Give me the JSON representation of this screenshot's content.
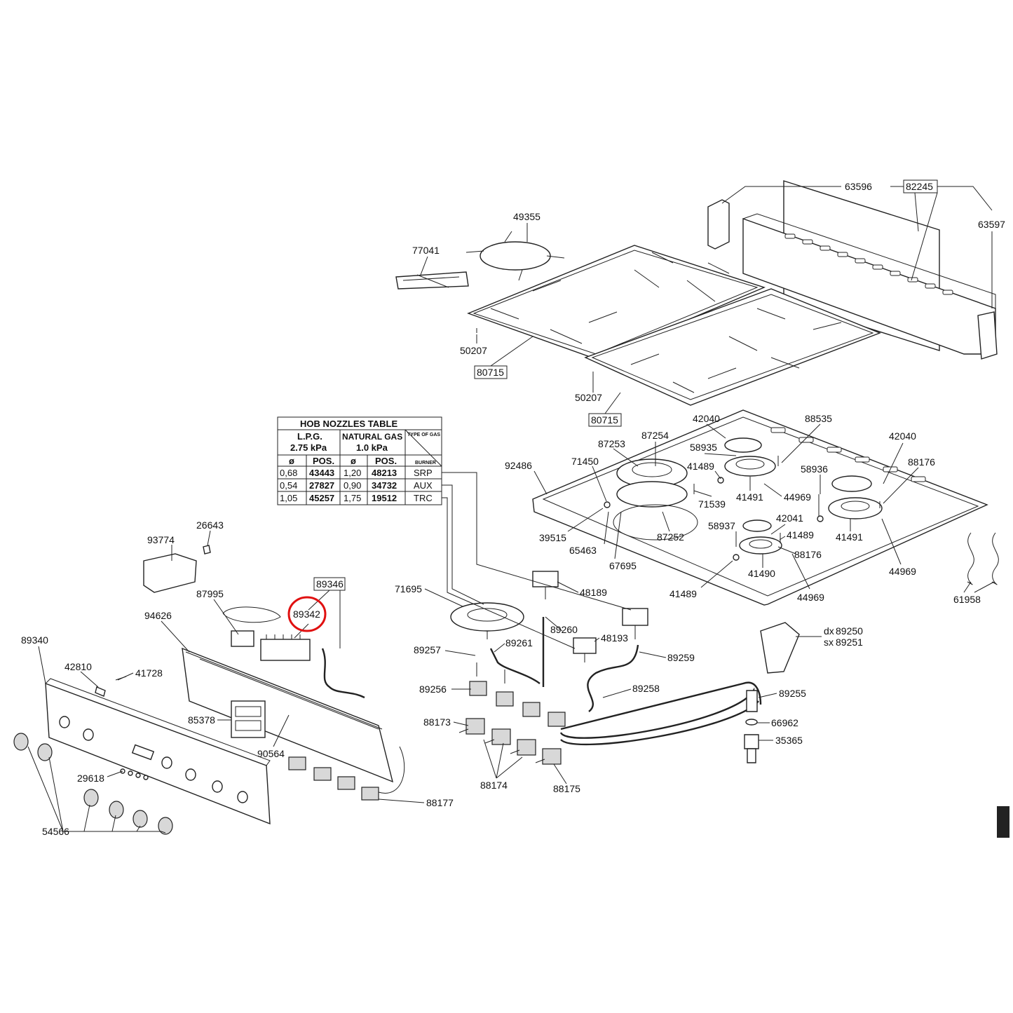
{
  "labels": {
    "p63596": "63596",
    "p82245": "82245",
    "p63597": "63597",
    "p49355": "49355",
    "p77041": "77041",
    "p50207a": "50207",
    "p80715a": "80715",
    "p50207b": "50207",
    "p80715b": "80715",
    "p42040a": "42040",
    "p88535": "88535",
    "p42040b": "42040",
    "p87254": "87254",
    "p87253": "87253",
    "p58935": "58935",
    "p71450": "71450",
    "p92486": "92486",
    "p58936": "58936",
    "p88176a": "88176",
    "p41489a": "41489",
    "p71539": "71539",
    "p41491a": "41491",
    "p44969a": "44969",
    "p41491b": "41491",
    "p39515": "39515",
    "p87252": "87252",
    "p65463": "65463",
    "p58937": "58937",
    "p42041": "42041",
    "p41489b": "41489",
    "p67695": "67695",
    "p88176b": "88176",
    "p41490": "41490",
    "p44969b": "44969",
    "p41489c": "41489",
    "p44969c": "44969",
    "p61958": "61958",
    "p93774": "93774",
    "p26643": "26643",
    "p87995": "87995",
    "p89346": "89346",
    "p89342": "89342",
    "p94626": "94626",
    "p89340": "89340",
    "p42810": "42810",
    "p41728": "41728",
    "p85378": "85378",
    "p90564": "90564",
    "p29618": "29618",
    "p54566": "54566",
    "p88177": "88177",
    "p71695": "71695",
    "p48189": "48189",
    "p89260": "89260",
    "p48193": "48193",
    "p89257": "89257",
    "p89261": "89261",
    "p89259": "89259",
    "p89256": "89256",
    "p89258": "89258",
    "p88173": "88173",
    "p88174": "88174",
    "p88175": "88175",
    "p89250": "89250",
    "p89251": "89251",
    "p89255": "89255",
    "p66962": "66962",
    "p35365": "35365",
    "dx": "dx",
    "sx": "sx"
  },
  "nozzle_table": {
    "title": "HOB NOZZLES TABLE",
    "lpg": "L.P.G.",
    "lpg_pressure": "2.75 kPa",
    "ng": "NATURAL GAS",
    "ng_pressure": "1.0 kPa",
    "type_of_gas": "TYPE OF GAS",
    "col_dia": "ø",
    "col_pos": "POS.",
    "col_burner": "BURNER",
    "rows": [
      {
        "lpg_dia": "0,68",
        "lpg_pos": "43443",
        "ng_dia": "1,20",
        "ng_pos": "48213",
        "burner": "SRP"
      },
      {
        "lpg_dia": "0,54",
        "lpg_pos": "27827",
        "ng_dia": "0,90",
        "ng_pos": "34732",
        "burner": "AUX"
      },
      {
        "lpg_dia": "1,05",
        "lpg_pos": "45257",
        "ng_dia": "1,75",
        "ng_pos": "19512",
        "burner": "TRC"
      }
    ]
  },
  "highlight": {
    "part": "89342",
    "color": "#e01010"
  }
}
